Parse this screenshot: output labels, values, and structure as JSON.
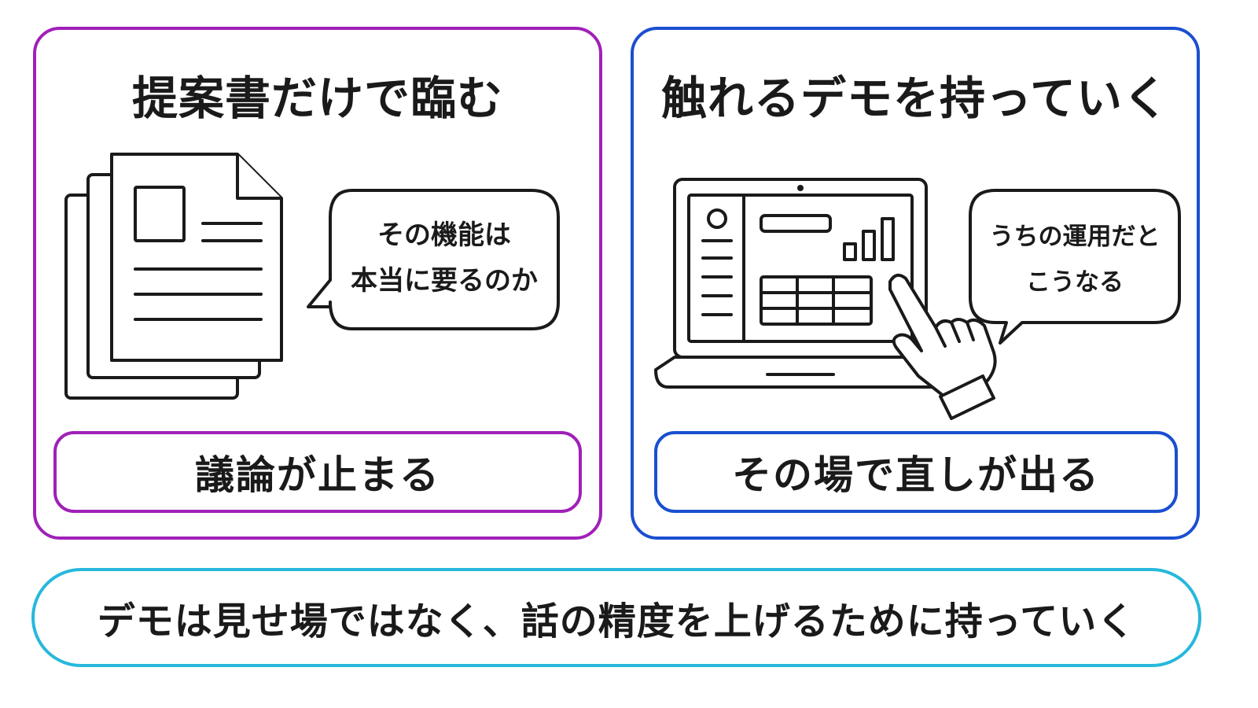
{
  "colors": {
    "left_accent": "#a020b8",
    "right_accent": "#1a4fd0",
    "banner_accent": "#27b8dc",
    "ink": "#1a1a1a"
  },
  "left_panel": {
    "title": "提案書だけで臨む",
    "bubble_line1": "その機能は",
    "bubble_line2": "本当に要るのか",
    "result": "議論が止まる",
    "icon": "document-stack-icon"
  },
  "right_panel": {
    "title": "触れるデモを持っていく",
    "bubble_line1": "うちの運用だと",
    "bubble_line2": "こうなる",
    "result": "その場で直しが出る",
    "icon": "laptop-demo-icon"
  },
  "banner": {
    "text": "デモは見せ場ではなく、話の精度を上げるために持っていく"
  }
}
